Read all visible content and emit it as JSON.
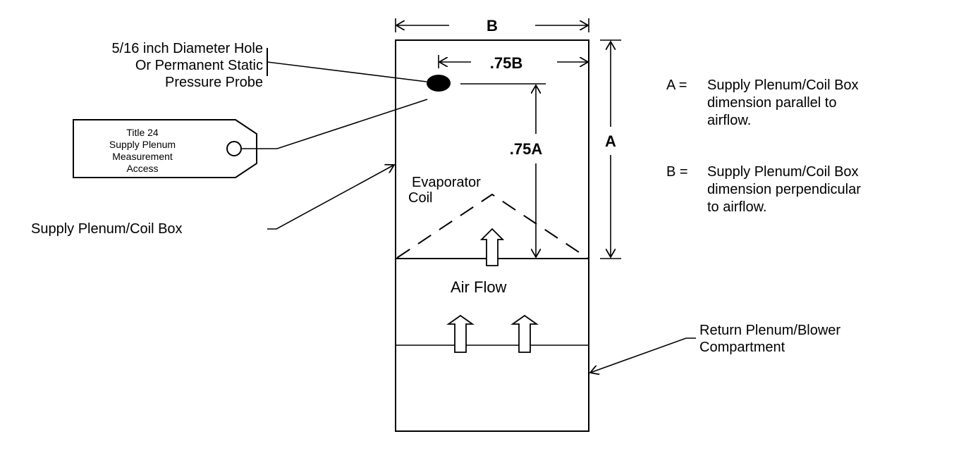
{
  "diagram": {
    "type": "supply plenum static pressure measurement location",
    "probe_label": [
      "5/16 inch Diameter Hole",
      "Or Permanent Static",
      "Pressure Probe"
    ],
    "tag_label": [
      "Title 24",
      "Supply Plenum",
      "Measurement",
      "Access"
    ],
    "supply_box_label": "Supply Plenum/Coil Box",
    "coil_label": [
      "Evaporator",
      "Coil"
    ],
    "airflow_label": "Air Flow",
    "return_label": [
      "Return Plenum/Blower",
      "Compartment"
    ],
    "dimensions": {
      "width": "B",
      "height": "A",
      "probe_offset_horizontal": ".75B",
      "probe_offset_vertical": ".75A"
    },
    "legend": [
      {
        "key": "A =",
        "lines": [
          "Supply Plenum/Coil Box",
          "dimension parallel to",
          "airflow."
        ]
      },
      {
        "key": "B =",
        "lines": [
          "Supply Plenum/Coil Box",
          "dimension perpendicular",
          "to airflow."
        ]
      }
    ]
  }
}
